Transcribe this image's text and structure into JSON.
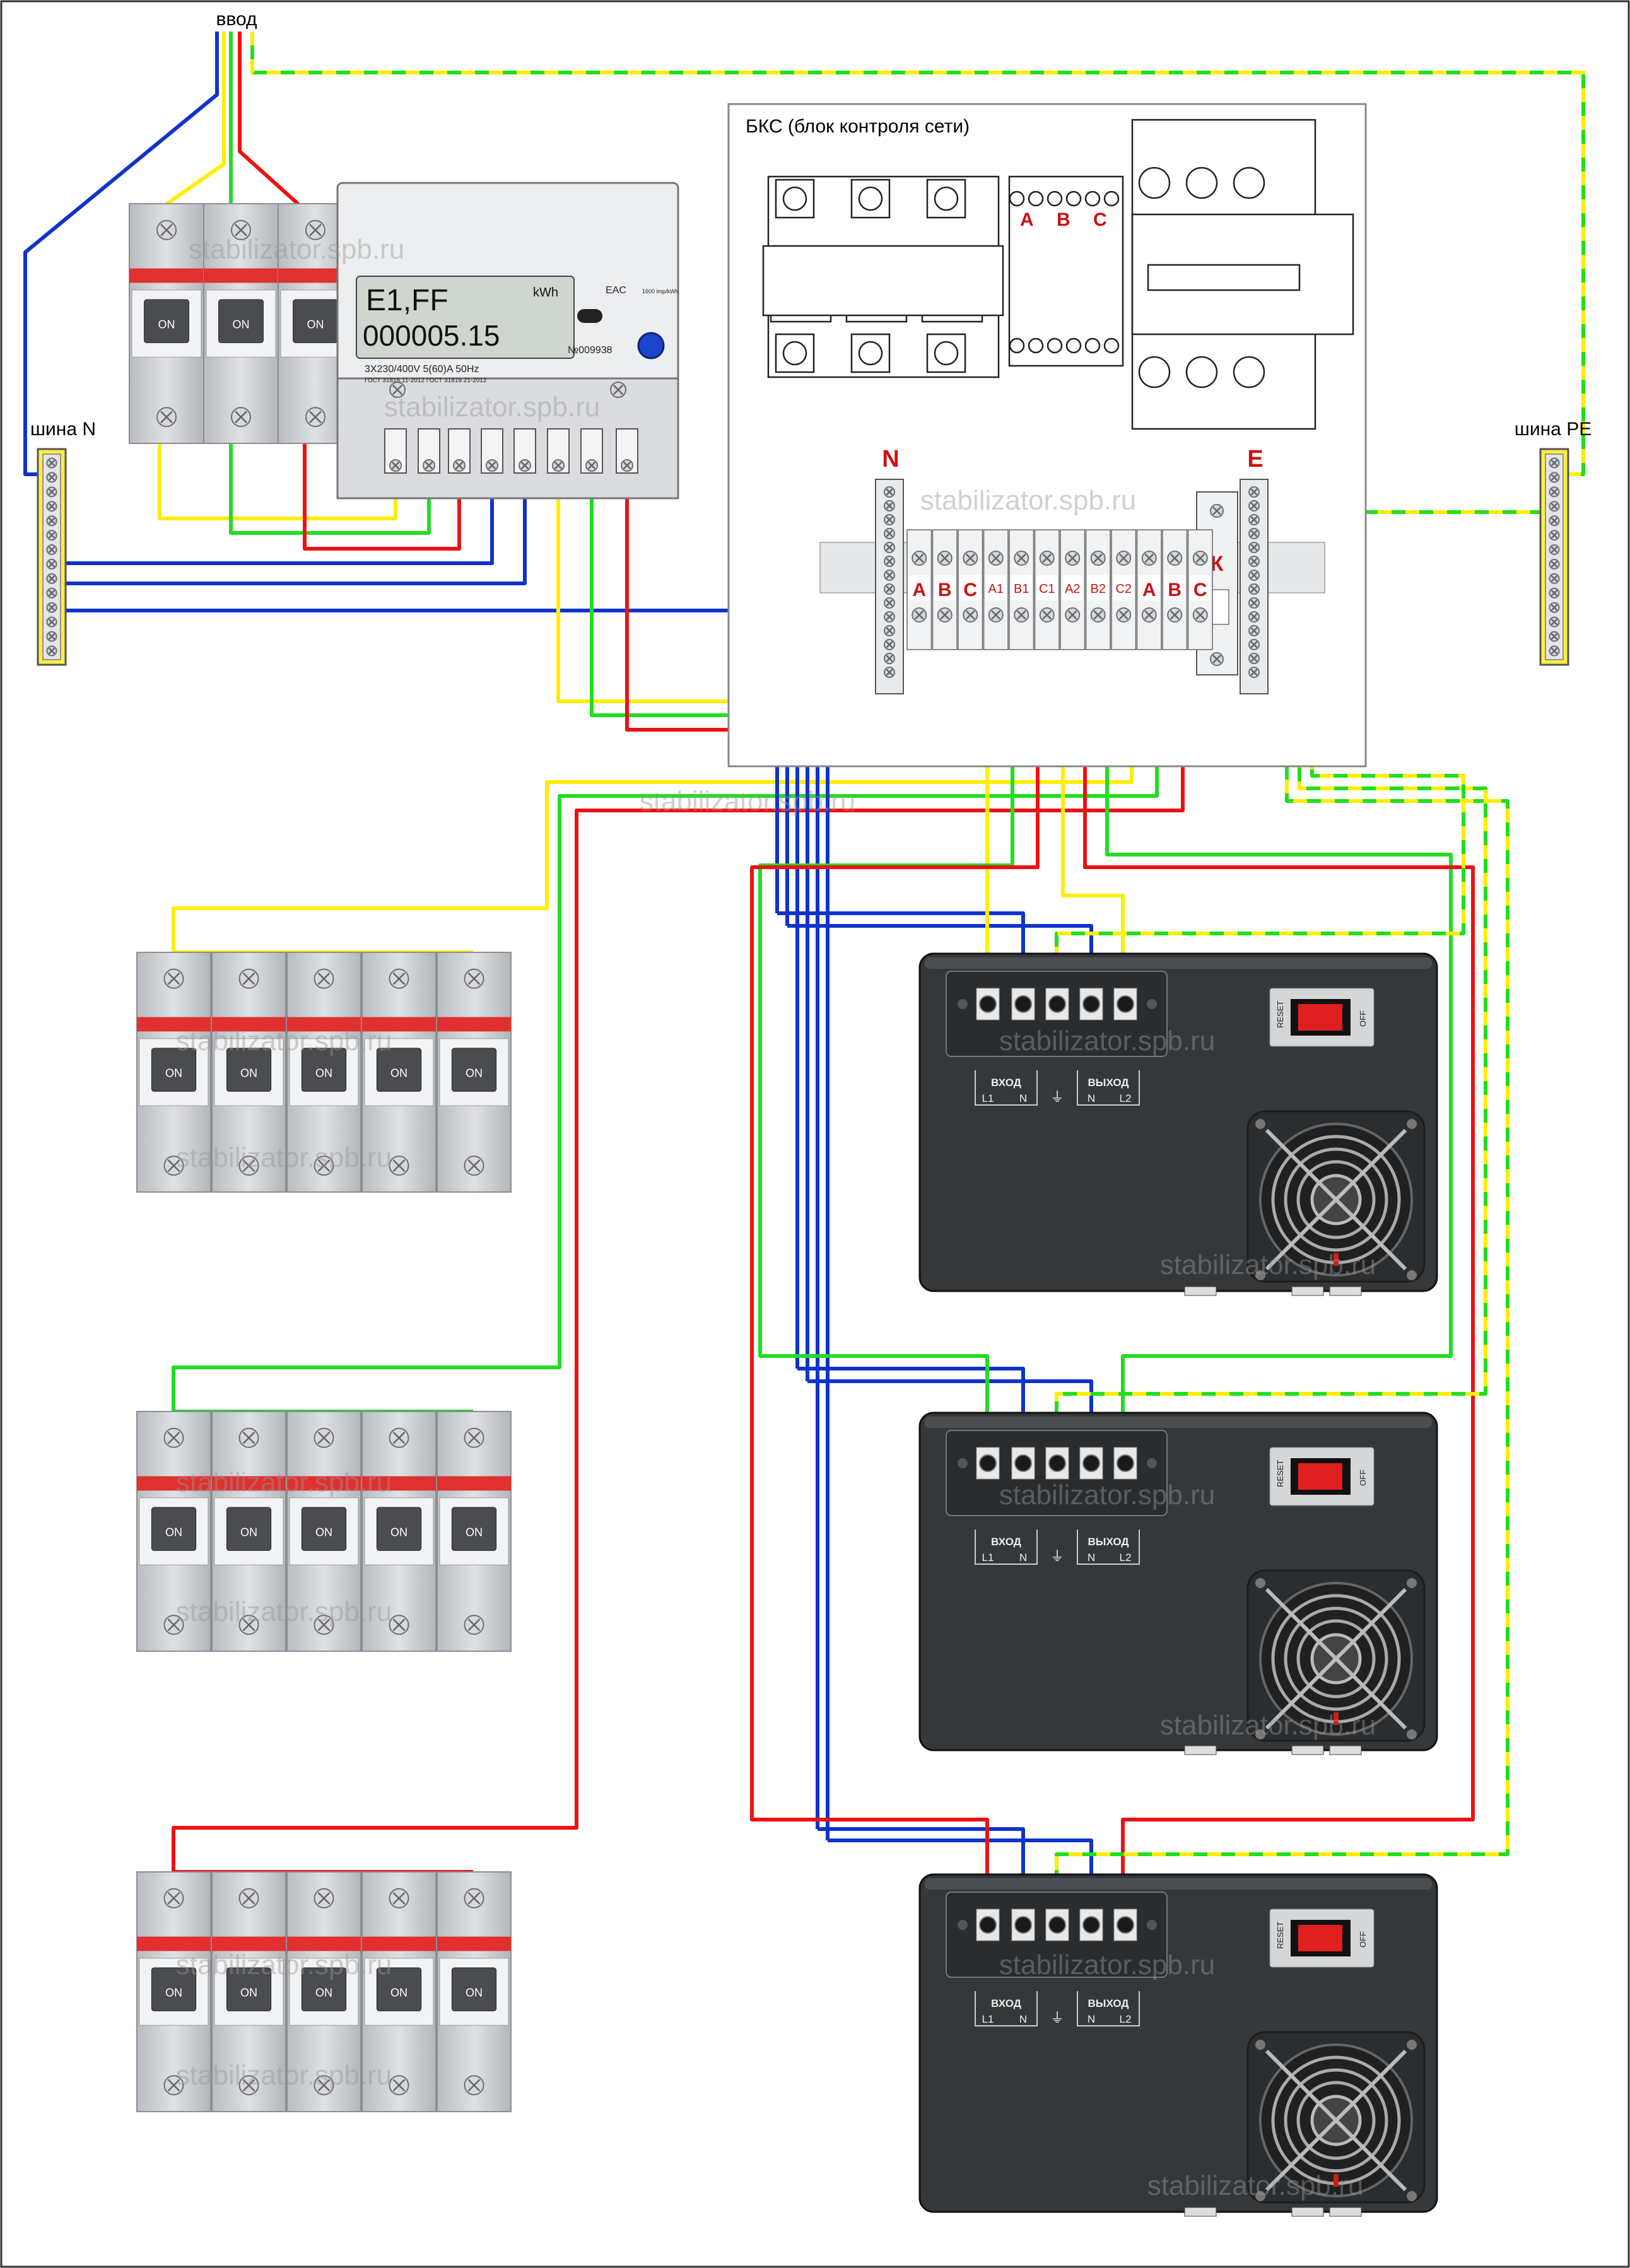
{
  "labels": {
    "input": "ввод",
    "bus_n": "шина N",
    "bus_pe": "шина PE",
    "bks_title": "БКС (блок контроля сети)",
    "bks_abc": [
      "A",
      "B",
      "C"
    ],
    "term_n": "N",
    "term_e": "E",
    "term_k": "К",
    "terminal_row": [
      "A",
      "B",
      "C",
      "A1",
      "B1",
      "C1",
      "A2",
      "B2",
      "C2",
      "A",
      "B",
      "C"
    ],
    "watermark": "stabilizator.spb.ru"
  },
  "breaker": {
    "on_label": "ON"
  },
  "meter": {
    "display_top": "E1,FF",
    "display_unit": "kWh",
    "display_value": "000005.15",
    "rating": "3X230/400V  5(60)A 50Hz",
    "standard": "ГОСТ 31818.11-2012  ГОСТ 31819.21-2012",
    "serial": "№009938",
    "imp": "1600 imp/kWh",
    "eac": "EAC"
  },
  "stabilizer": {
    "input_label": "ВХОД",
    "output_label": "ВЫХОД",
    "terms": [
      "L1",
      "N",
      "⏚",
      "N",
      "L2"
    ],
    "reset_label": "RESET",
    "off_label": "OFF"
  },
  "colors": {
    "phase_a": "#ffee00",
    "phase_b": "#22dd22",
    "phase_c": "#ee1111",
    "neutral": "#1133cc",
    "ground_green": "#22dd22",
    "ground_yellow": "#ffee00",
    "label_red": "#cc1111",
    "stabilizer_body": "#34383a"
  }
}
